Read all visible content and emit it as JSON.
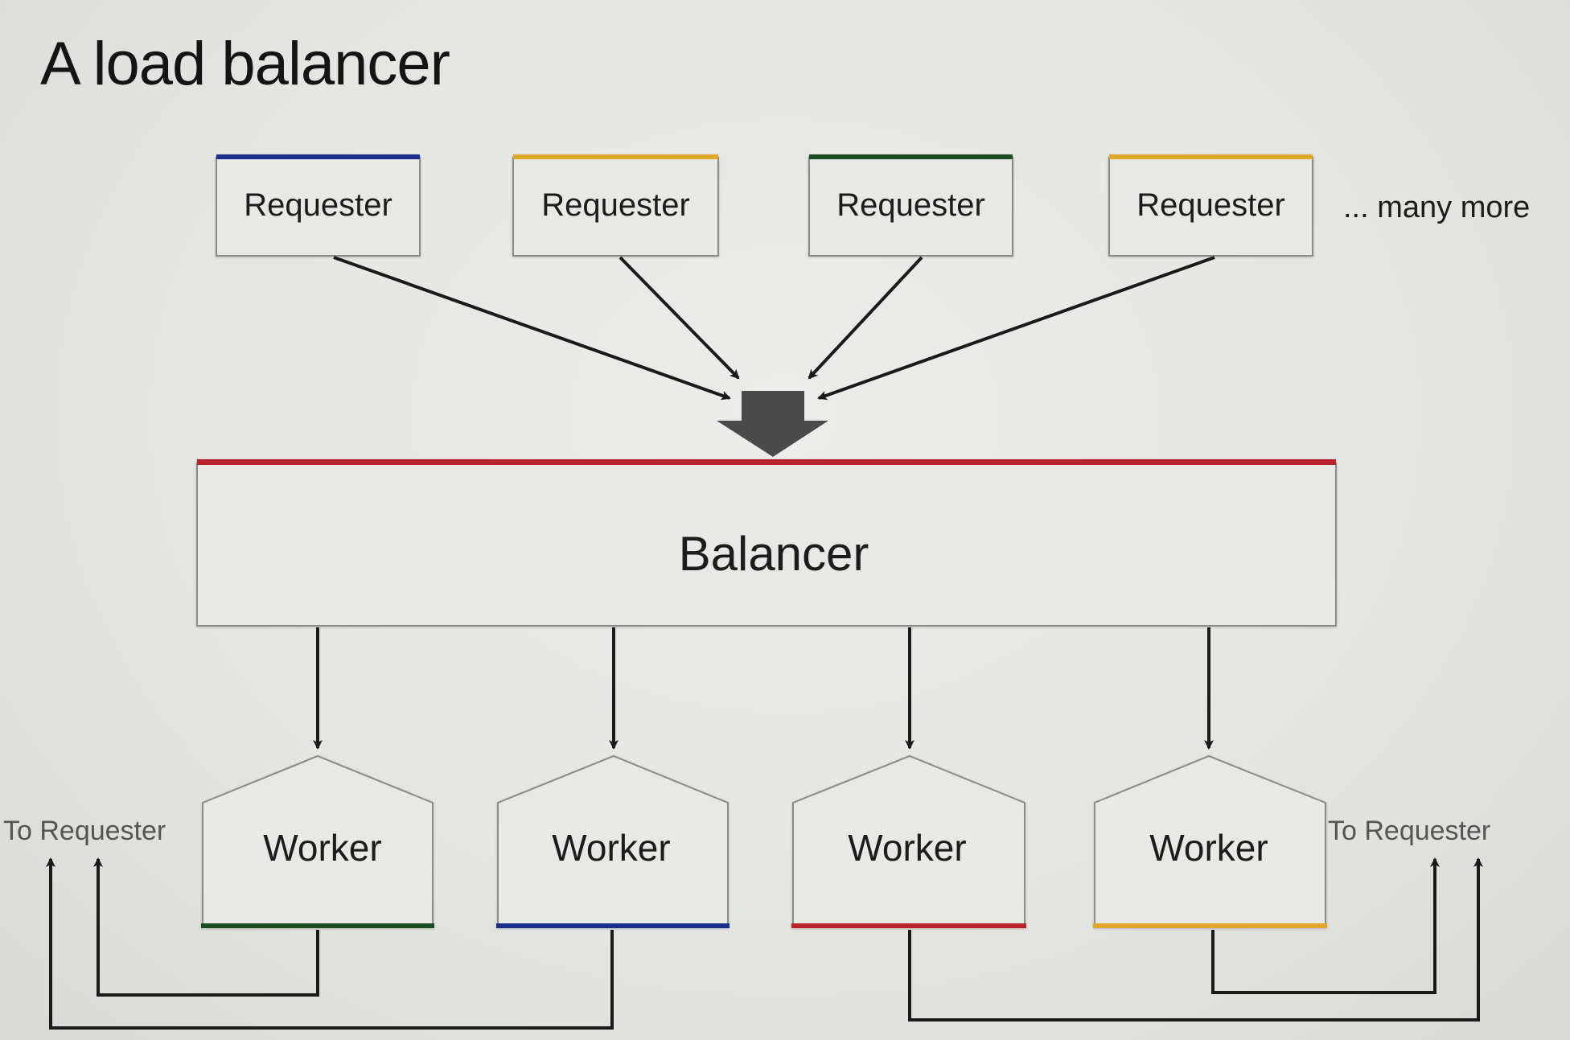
{
  "title": "A load balancer",
  "requesters": [
    {
      "label": "Requester",
      "color": "#1f2d8c"
    },
    {
      "label": "Requester",
      "color": "#e0a82a"
    },
    {
      "label": "Requester",
      "color": "#1e4d22"
    },
    {
      "label": "Requester",
      "color": "#e0a82a"
    }
  ],
  "more_label": "... many more",
  "balancer": {
    "label": "Balancer",
    "color": "#b8202c"
  },
  "workers": [
    {
      "label": "Worker",
      "color": "#1e4d22"
    },
    {
      "label": "Worker",
      "color": "#1f2d8c"
    },
    {
      "label": "Worker",
      "color": "#b8202c"
    },
    {
      "label": "Worker",
      "color": "#e0a82a"
    }
  ],
  "return_labels": {
    "left": "To Requester",
    "right": "To Requester"
  },
  "colors": {
    "box_fill": "#e8e9e5",
    "box_border": "#8a8a88",
    "arrow": "#1a1a1a",
    "funnel_arrow": "#4a4a4a"
  }
}
